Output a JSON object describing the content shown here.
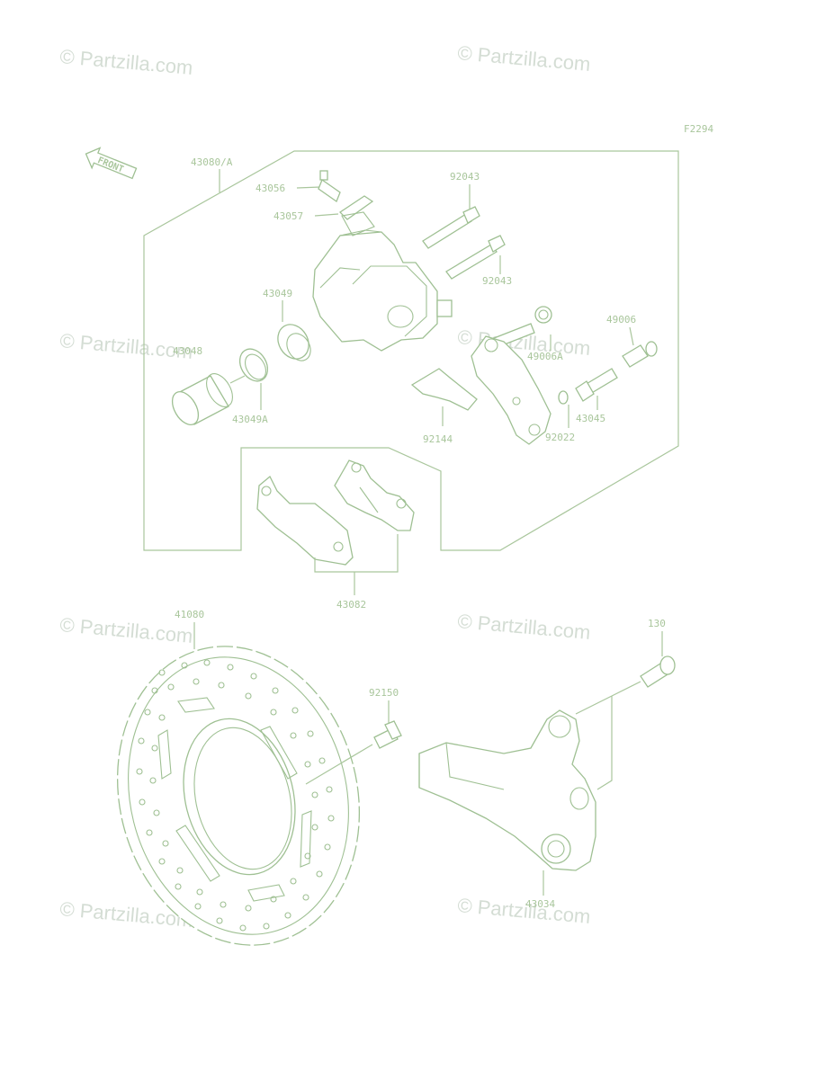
{
  "diagram": {
    "code": "F2294",
    "front_arrow": "FRONT",
    "watermark": "© Partzilla.com",
    "colors": {
      "line": "#a9c69c",
      "watermark": "#d4ddd4",
      "background": "#ffffff"
    },
    "labels": {
      "l43080A": "43080/A",
      "l43056": "43056",
      "l43057": "43057",
      "l92043a": "92043",
      "l92043b": "92043",
      "l43049": "43049",
      "l43048": "43048",
      "l43049A": "43049A",
      "l49006A": "49006A",
      "l49006": "49006",
      "l43045": "43045",
      "l92144": "92144",
      "l92022": "92022",
      "l43082": "43082",
      "l41080": "41080",
      "l92150": "92150",
      "l130": "130",
      "l43034": "43034"
    }
  }
}
